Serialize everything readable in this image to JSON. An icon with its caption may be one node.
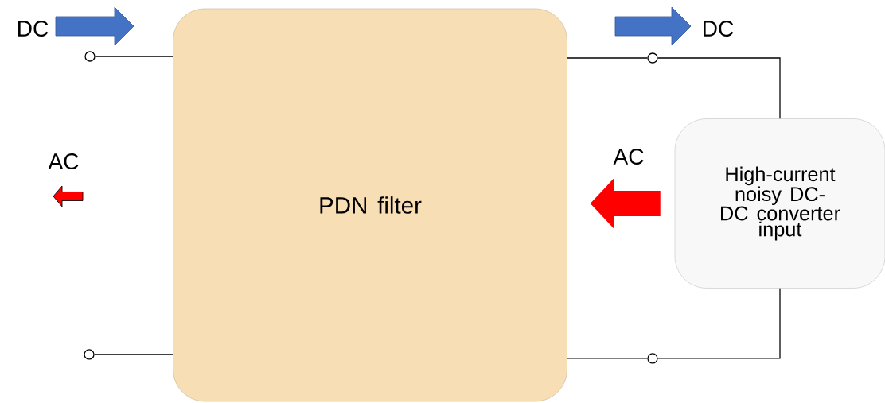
{
  "diagram": {
    "nodes": [
      {
        "text": [
          "PDN filter"
        ]
      },
      {
        "text": [
          "High-current noisy DC-DC converter input"
        ]
      },
      {
        "text": [],
        "shape": "circle"
      },
      {
        "text": [],
        "shape": "circle"
      },
      {
        "text": [],
        "shape": "circle"
      },
      {
        "text": [],
        "shape": "circle"
      }
    ],
    "edges": [
      {
        "from": 2,
        "to": 0,
        "arrow": "none"
      },
      {
        "from": 3,
        "to": 0,
        "arrow": "none"
      },
      {
        "from": 0,
        "to": 4,
        "arrow": "none"
      },
      {
        "from": 0,
        "to": 5,
        "arrow": "none"
      },
      {
        "from": 4,
        "to": 1,
        "arrow": "none"
      },
      {
        "from": 5,
        "to": 1,
        "arrow": "none"
      },
      {
        "from": 1,
        "to": 0,
        "arrow": "to",
        "label": "AC",
        "style": "thick",
        "color": "#ff0000"
      }
    ],
    "labels": [
      "DC",
      "DC",
      "AC"
    ]
  }
}
